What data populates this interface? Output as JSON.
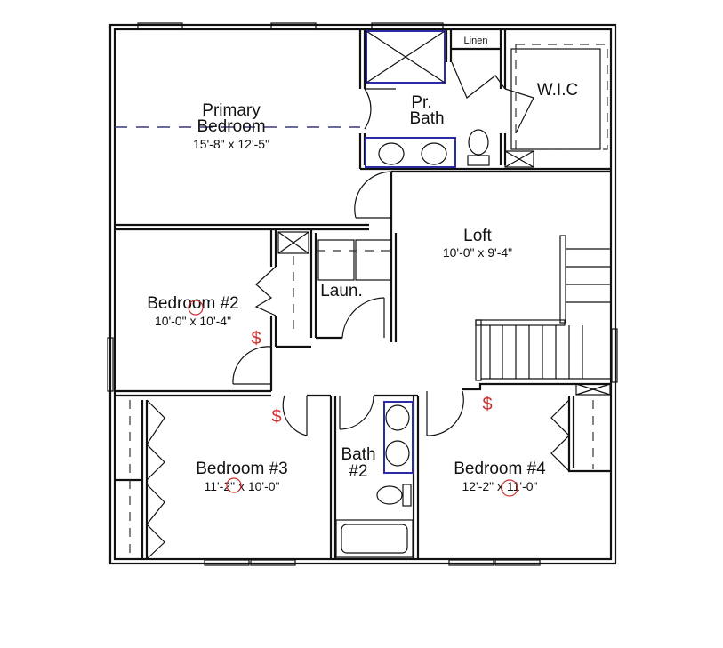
{
  "rooms": {
    "primary_bedroom": {
      "line1": "Primary",
      "line2": "Bedroom",
      "dims": "15'-8\" x 12'-5\""
    },
    "primary_bath": {
      "line1": "Pr.",
      "line2": "Bath"
    },
    "linen": {
      "label": "Linen"
    },
    "wic": {
      "label": "W.I.C"
    },
    "loft": {
      "label": "Loft",
      "dims": "10'-0\" x 9'-4\""
    },
    "bedroom2": {
      "label": "Bedroom #2",
      "dims": "10'-0\" x 10'-4\""
    },
    "laundry": {
      "label": "Laun."
    },
    "bedroom3": {
      "label": "Bedroom #3",
      "dims": "11'-2\" x 10'-0\""
    },
    "bath2": {
      "line1": "Bath",
      "line2": "#2"
    },
    "bedroom4": {
      "label": "Bedroom #4",
      "dims": "12'-2\" x 11'-0\""
    }
  },
  "annotations": {
    "switch_symbol": "$"
  },
  "colors": {
    "walls": "#111111",
    "fixtures": "#2b2ba8",
    "annotations": "#d03030"
  }
}
